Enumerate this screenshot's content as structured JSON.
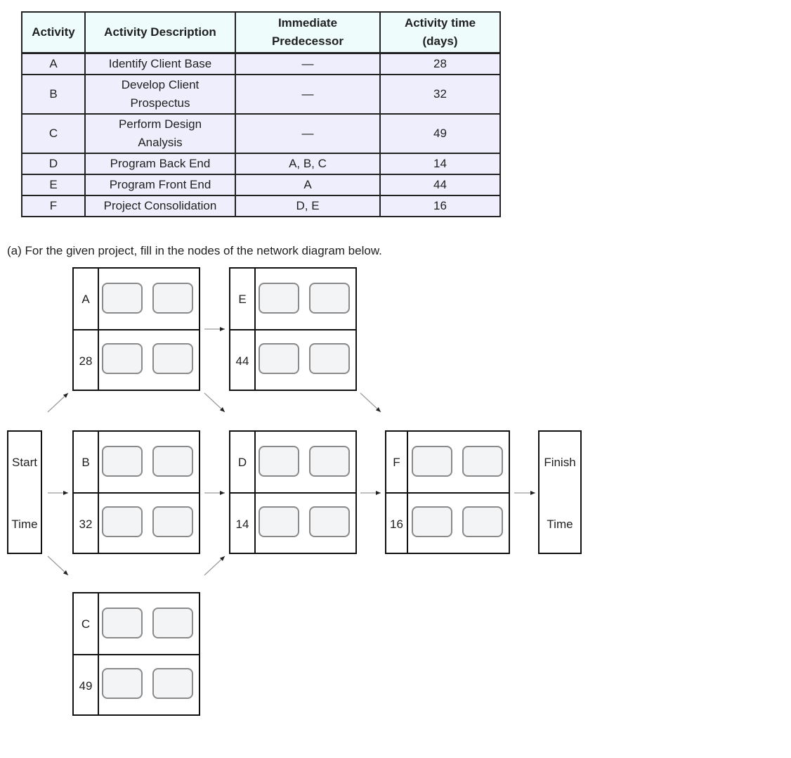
{
  "table": {
    "headers": [
      "Activity",
      "Activity Description",
      "Immediate Predecessor",
      "Activity time (days)"
    ],
    "header_lines": {
      "h0": [
        "Activity"
      ],
      "h1": [
        "Activity Description"
      ],
      "h2": [
        "Immediate",
        "Predecessor"
      ],
      "h3": [
        "Activity time",
        "(days)"
      ]
    },
    "rows": [
      {
        "activity": "A",
        "desc1": "Identify Client Base",
        "desc2": "",
        "pred": "—",
        "time": "28"
      },
      {
        "activity": "B",
        "desc1": "Develop Client",
        "desc2": "Prospectus",
        "pred": "—",
        "time": "32"
      },
      {
        "activity": "C",
        "desc1": "Perform Design",
        "desc2": "Analysis",
        "pred": "—",
        "time": "49"
      },
      {
        "activity": "D",
        "desc1": "Program Back End",
        "desc2": "",
        "pred": "A, B, C",
        "time": "14"
      },
      {
        "activity": "E",
        "desc1": "Program Front End",
        "desc2": "",
        "pred": "A",
        "time": "44"
      },
      {
        "activity": "F",
        "desc1": "Project Consolidation",
        "desc2": "",
        "pred": "D, E",
        "time": "16"
      }
    ]
  },
  "question": "(a) For the given project, fill in the nodes of the network diagram below.",
  "network": {
    "start": {
      "top": "Start",
      "bottom": "Time"
    },
    "finish": {
      "top": "Finish",
      "bottom": "Time"
    },
    "nodes": {
      "A": {
        "label": "A",
        "time": "28"
      },
      "B": {
        "label": "B",
        "time": "32"
      },
      "C": {
        "label": "C",
        "time": "49"
      },
      "D": {
        "label": "D",
        "time": "14"
      },
      "E": {
        "label": "E",
        "time": "44"
      },
      "F": {
        "label": "F",
        "time": "16"
      }
    }
  }
}
